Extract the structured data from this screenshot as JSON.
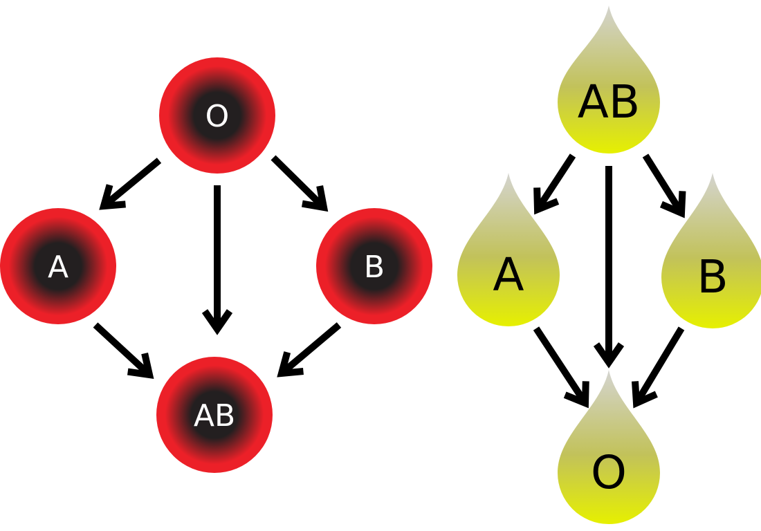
{
  "colors": {
    "cell_outer": "#ec2028",
    "cell_inner": "#231f20",
    "cell_label": "#ffffff",
    "plasma_top": "#d4d4d0",
    "plasma_mid": "#c2c25a",
    "plasma_bottom": "#e6f000",
    "plasma_label": "#000000",
    "arrow": "#000000"
  },
  "red_cells": {
    "nodes": [
      {
        "id": "O",
        "label": "O"
      },
      {
        "id": "A",
        "label": "A"
      },
      {
        "id": "B",
        "label": "B"
      },
      {
        "id": "AB",
        "label": "AB"
      }
    ],
    "edges": [
      [
        "O",
        "A"
      ],
      [
        "O",
        "AB"
      ],
      [
        "O",
        "B"
      ],
      [
        "A",
        "AB"
      ],
      [
        "B",
        "AB"
      ]
    ]
  },
  "plasma": {
    "nodes": [
      {
        "id": "AB",
        "label": "AB"
      },
      {
        "id": "A",
        "label": "A"
      },
      {
        "id": "B",
        "label": "B"
      },
      {
        "id": "O",
        "label": "O"
      }
    ],
    "edges": [
      [
        "AB",
        "A"
      ],
      [
        "AB",
        "O"
      ],
      [
        "AB",
        "B"
      ],
      [
        "A",
        "O"
      ],
      [
        "B",
        "O"
      ]
    ]
  }
}
